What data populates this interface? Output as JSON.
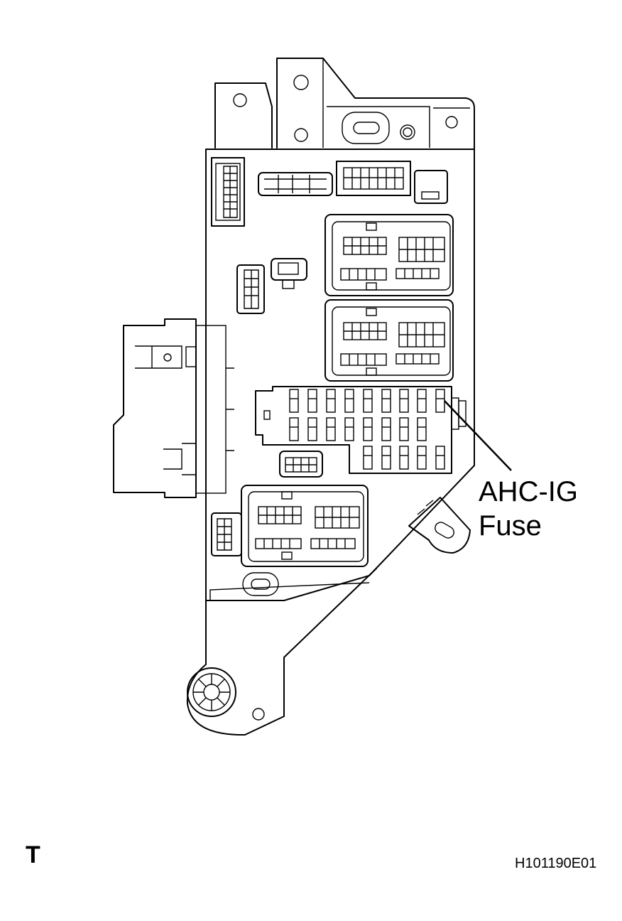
{
  "callout": {
    "line1": "AHC-IG",
    "line2": "Fuse"
  },
  "view_letter": "T",
  "figure_code": "H101190E01"
}
